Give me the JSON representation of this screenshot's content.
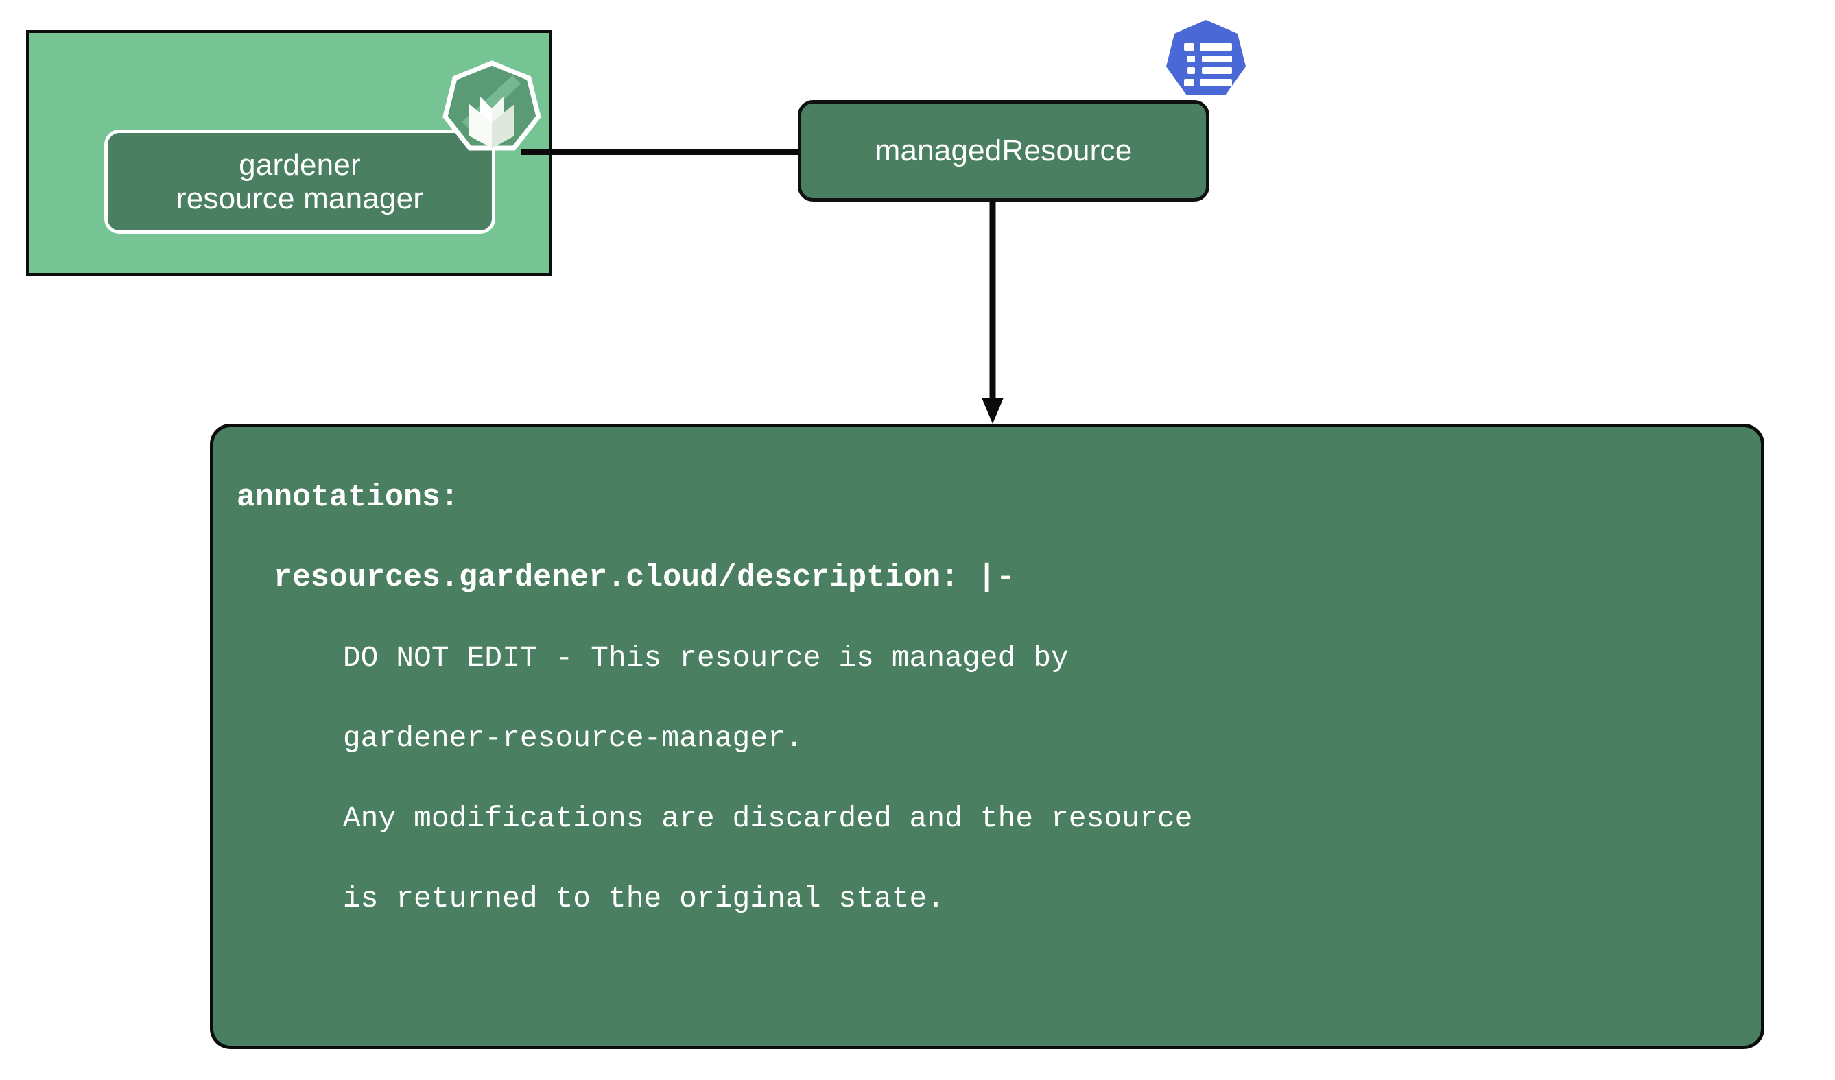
{
  "diagram": {
    "title": "Gardener managedResource annotations",
    "colors": {
      "cluster_green": "#76c393",
      "node_green": "#4a7f61",
      "outline_black": "#0d0d0d",
      "k8s_blue": "#4a68d6",
      "text_white": "#ffffff",
      "background": "#ffffff"
    }
  },
  "cluster": {
    "name": "gardener-cluster-container",
    "node": {
      "label": "gardener\nresource manager",
      "icon": "gardener-logo-icon"
    }
  },
  "managed_resource": {
    "label": "managedResource",
    "icon": "k8s-list-resource-icon"
  },
  "edges": [
    {
      "name": "grm-to-managedresource",
      "style": "solid-line",
      "arrow": false
    },
    {
      "name": "managedresource-to-annotations",
      "style": "solid-line",
      "arrow": true
    }
  ],
  "annotations_box": {
    "lines": [
      {
        "text": "annotations:",
        "weight": "bold"
      },
      {
        "text": "  resources.gardener.cloud/description: |-",
        "weight": "bold"
      },
      {
        "text": "      DO NOT EDIT - This resource is managed by",
        "weight": "plain"
      },
      {
        "text": "      gardener-resource-manager.",
        "weight": "plain"
      },
      {
        "text": "      Any modifications are discarded and the resource",
        "weight": "plain"
      },
      {
        "text": "      is returned to the original state.",
        "weight": "plain"
      }
    ]
  }
}
